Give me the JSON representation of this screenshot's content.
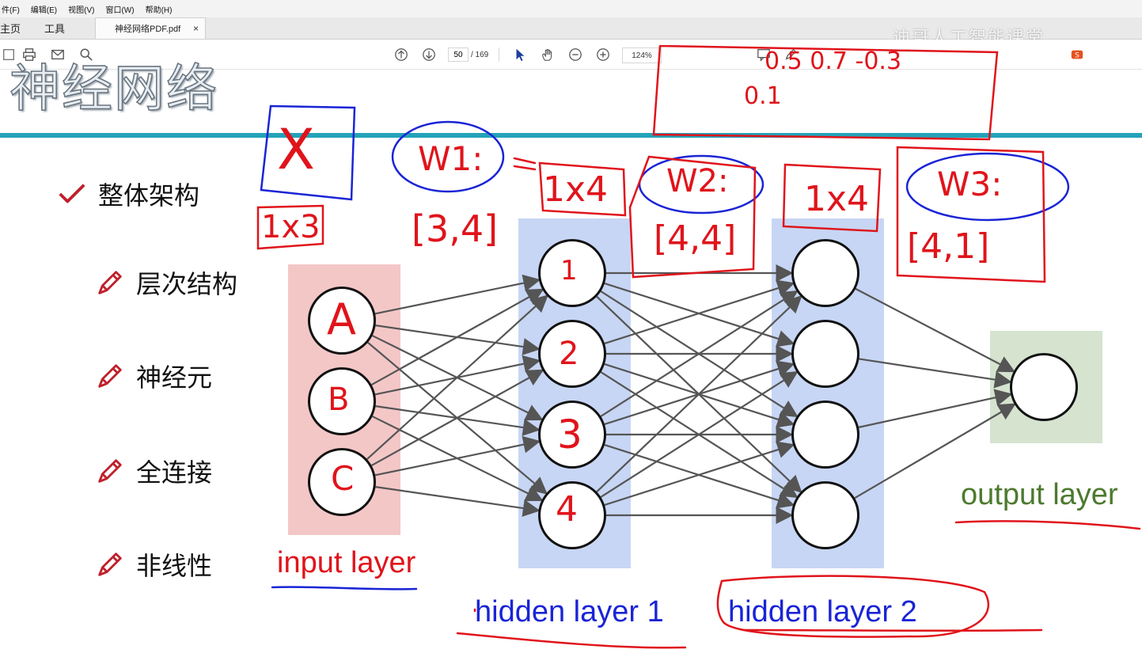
{
  "menu": [
    "件(F)",
    "编辑(E)",
    "视图(V)",
    "窗口(W)",
    "帮助(H)"
  ],
  "tabs": {
    "home": "主页",
    "tools": "工具",
    "document": "神经网络PDF.pdf",
    "close": "×"
  },
  "toolbar": {
    "page_current": "50",
    "page_total": "/ 169",
    "zoom": "124%"
  },
  "watermark": "迪哥人工智能课堂",
  "slide": {
    "title": "神经网络",
    "bullets": [
      {
        "label": "整体架构",
        "icon": "check-icon"
      },
      {
        "label": "层次结构",
        "icon": "pencil-icon"
      },
      {
        "label": "神经元",
        "icon": "pencil-icon"
      },
      {
        "label": "全连接",
        "icon": "pencil-icon"
      },
      {
        "label": "非线性",
        "icon": "pencil-icon"
      }
    ],
    "layers": {
      "input": "input layer",
      "hidden1": "hidden layer 1",
      "hidden2": "hidden layer 2",
      "output": "output layer"
    },
    "colors": {
      "input_bg": "#f4c7c7",
      "hidden_bg": "#c7d6f4",
      "output_bg": "#d5e3cf",
      "ink_red": "#e0141b",
      "ink_blue": "#1a24d6",
      "teal_bar": "#23a3b9"
    }
  },
  "annotations": {
    "x": "X",
    "x_shape": "1x3",
    "w1": "W1:",
    "w1_shape": "[3,4]",
    "h1_shape": "1x4",
    "w2": "W2:",
    "w2_shape": "[4,4]",
    "h2_shape": "1x4",
    "w3": "W3:",
    "w3_shape": "[4,1]",
    "matrix_row1": "0.5  0.7  -0.3",
    "matrix_row2": "0.1",
    "input_nodes": [
      "A",
      "B",
      "C"
    ],
    "hidden1_nodes": [
      "1",
      "2",
      "3",
      "4"
    ]
  }
}
